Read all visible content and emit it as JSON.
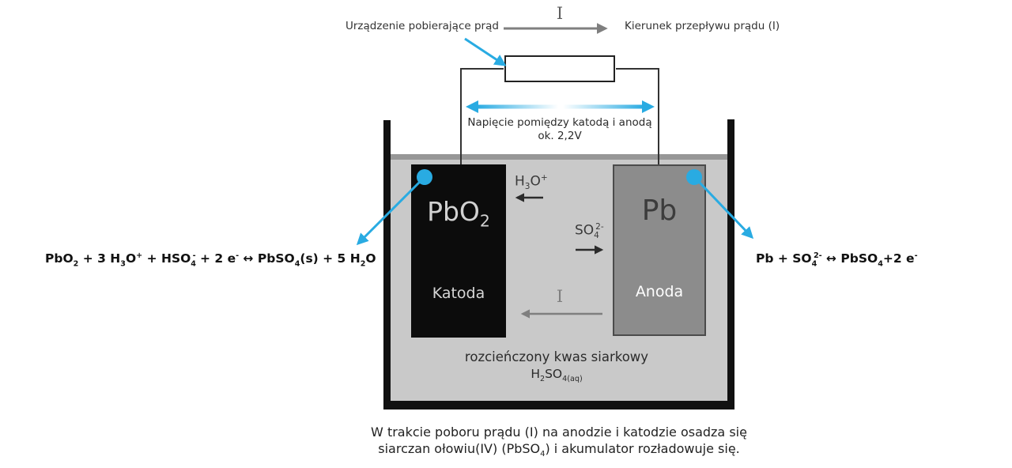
{
  "colors": {
    "accent_blue": "#29abe2",
    "arrow_gray": "#7f7f7f",
    "liquid": "#c9c9c9",
    "liquid_surface": "#979797",
    "cathode_bg": "#0c0c0c",
    "anode_bg": "#8c8c8c",
    "anode_border": "#4b4b4b",
    "container": "#111111"
  },
  "top": {
    "device_label": "Urządzenie pobierające prąd",
    "current_symbol": "I",
    "direction_label": "Kierunek przepływu prądu (I)"
  },
  "voltage": {
    "line1": "Napięcie pomiędzy katodą i anodą",
    "line2": "ok. 2,2V"
  },
  "cell": {
    "cathode": {
      "formula": [
        [
          "",
          "PbO"
        ],
        [
          "sub",
          "2"
        ]
      ],
      "name": "Katoda"
    },
    "anode": {
      "formula": [
        [
          "",
          "Pb"
        ]
      ],
      "name": "Anoda"
    },
    "ions": {
      "hydronium": [
        [
          "",
          "H"
        ],
        [
          "sub",
          "3"
        ],
        [
          "",
          "O"
        ],
        [
          "sup",
          "+"
        ]
      ],
      "sulfate": [
        [
          "",
          "SO"
        ],
        [
          "sub",
          "4"
        ],
        [
          "sups",
          "2-"
        ]
      ]
    },
    "current_symbol": "I",
    "electrolyte": {
      "line1": "rozcieńczony kwas siarkowy",
      "formula": [
        [
          "",
          "H"
        ],
        [
          "sub",
          "2"
        ],
        [
          "",
          "SO"
        ],
        [
          "sub",
          "4(aq)"
        ]
      ]
    }
  },
  "equations": {
    "cathode": [
      [
        "",
        "PbO"
      ],
      [
        "sub",
        "2"
      ],
      [
        "",
        " + 3 H"
      ],
      [
        "sub",
        "3"
      ],
      [
        "",
        "O"
      ],
      [
        "sup",
        "+"
      ],
      [
        "",
        " + HSO"
      ],
      [
        "sub",
        "4"
      ],
      [
        "sups",
        "-"
      ],
      [
        "",
        " + 2 e"
      ],
      [
        "sup",
        "-"
      ],
      [
        "",
        " ↔ PbSO"
      ],
      [
        "sub",
        "4"
      ],
      [
        "",
        "(s) + 5 H"
      ],
      [
        "sub",
        "2"
      ],
      [
        "",
        "O"
      ]
    ],
    "anode": [
      [
        "",
        "Pb + SO"
      ],
      [
        "sub",
        "4"
      ],
      [
        "sups",
        "2-"
      ],
      [
        "",
        " ↔ PbSO"
      ],
      [
        "sub",
        "4"
      ],
      [
        "",
        "+2 e"
      ],
      [
        "sup",
        "-"
      ]
    ]
  },
  "caption": {
    "line1": "W trakcie poboru prądu (I) na anodzie i katodzie osadza się",
    "line2": [
      [
        "",
        "siarczan ołowiu(IV) (PbSO"
      ],
      [
        "sub",
        "4"
      ],
      [
        "",
        ") i akumulator rozładowuje się."
      ]
    ]
  }
}
